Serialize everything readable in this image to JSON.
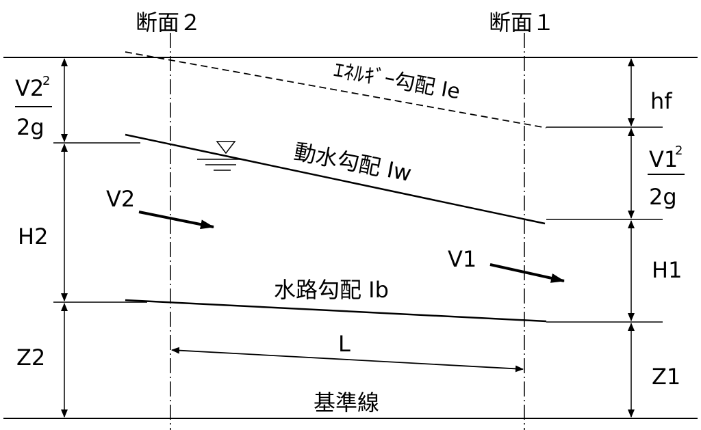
{
  "sections": {
    "section_2": "断面２",
    "section_1": "断面１"
  },
  "gradients": {
    "energy": "ｴﾈﾙｷﾞｰ勾配 Ie",
    "hydraulic": "動水勾配 Iw",
    "channel": "水路勾配 Ib"
  },
  "left": {
    "velocity_head_num": "V2",
    "velocity_head_exp": "2",
    "velocity_head_den": "2g",
    "depth": "H2",
    "elevation": "Z2",
    "velocity": "V2"
  },
  "right": {
    "head_loss": "hf",
    "velocity_head_num": "V1",
    "velocity_head_exp": "2",
    "velocity_head_den": "2g",
    "depth": "H1",
    "elevation": "Z1",
    "velocity": "V1"
  },
  "length": "L",
  "datum": "基準線",
  "water_surface_symbol": "triangle-symbol"
}
